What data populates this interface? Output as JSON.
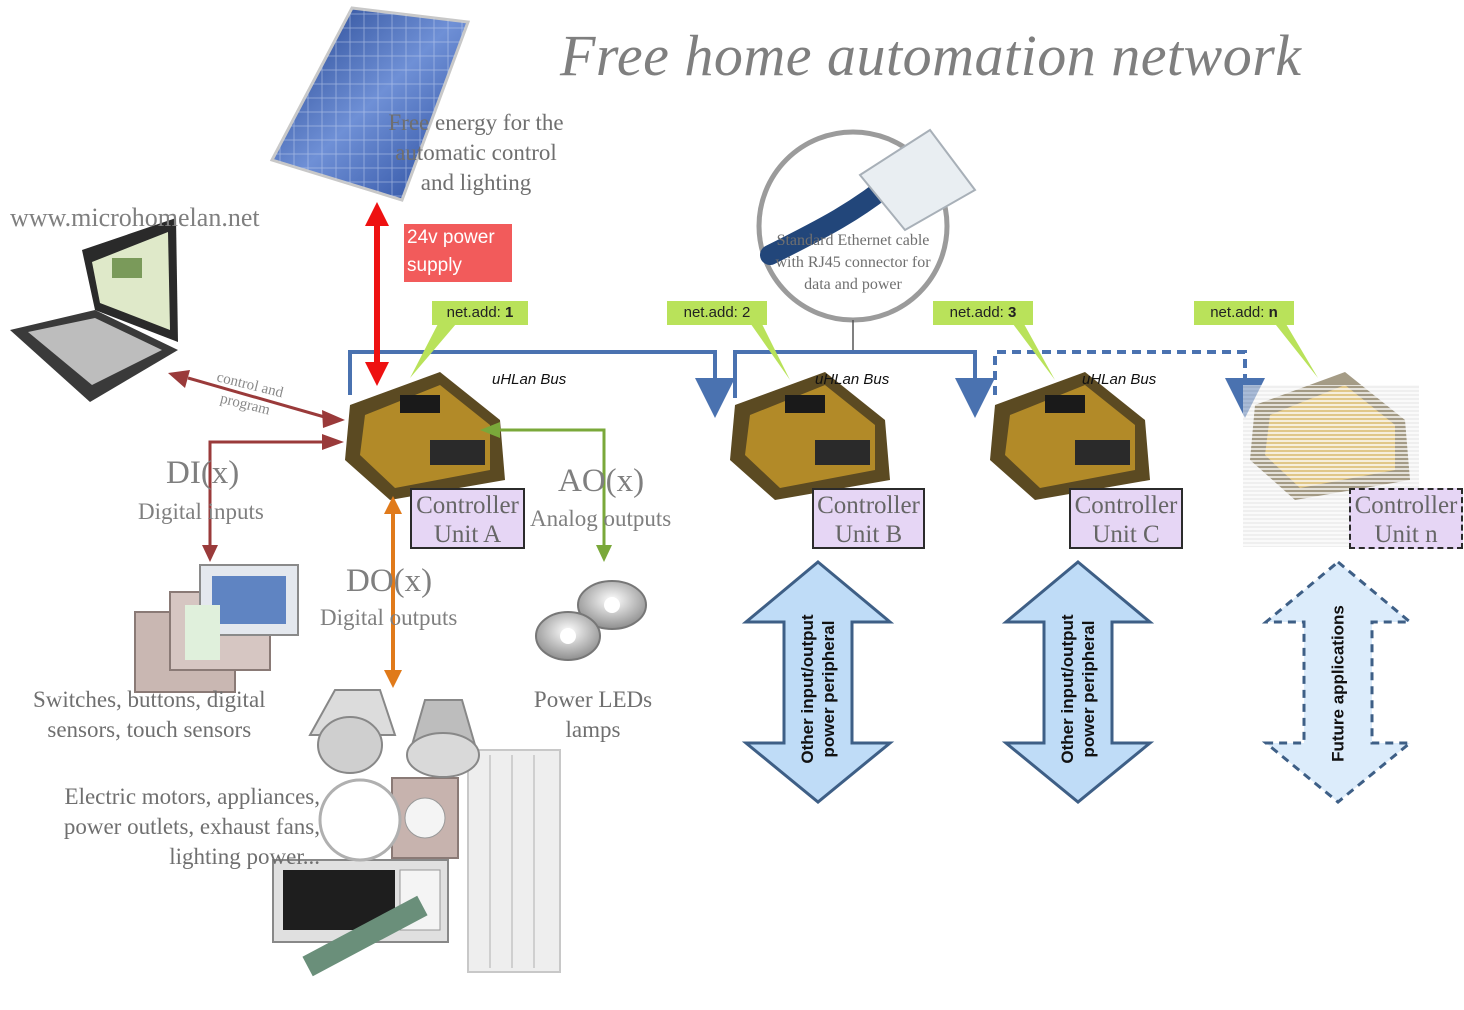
{
  "title": "Free home automation network",
  "website": "www.microhomelan.net",
  "solar": {
    "text": "Free energy for the automatic control and lighting"
  },
  "power_supply": {
    "text": "24v power supply"
  },
  "ethernet": {
    "text": "Standard Ethernet cable with RJ45 connector for data and power"
  },
  "laptop_link": {
    "text": "control and program"
  },
  "bus_label": "uHLan Bus",
  "net_addresses": [
    {
      "prefix": "net.add: ",
      "value": "1"
    },
    {
      "prefix": "net.add: ",
      "value": "2"
    },
    {
      "prefix": "net.add: ",
      "value": "3"
    },
    {
      "prefix": "net.add: ",
      "value": "n"
    }
  ],
  "controllers": [
    {
      "line1": "Controller",
      "line2": "Unit A"
    },
    {
      "line1": "Controller",
      "line2": "Unit B"
    },
    {
      "line1": "Controller",
      "line2": "Unit C"
    },
    {
      "line1": "Controller",
      "line2": "Unit n"
    }
  ],
  "di": {
    "code": "DI(x)",
    "label": "Digital inputs"
  },
  "ao": {
    "code": "AO(x)",
    "label": "Analog outputs"
  },
  "do": {
    "code": "DO(x)",
    "label": "Digital outputs"
  },
  "switches": {
    "line1": "Switches, buttons,  digital",
    "line2": "sensors, touch sensors"
  },
  "leds": {
    "line1": "Power LEDs",
    "line2": "lamps"
  },
  "appliances": {
    "line1": "Electric motors, appliances,",
    "line2": "power outlets, exhaust fans,",
    "line3": "lighting power..."
  },
  "peripherals": [
    {
      "line1": "Other input/output",
      "line2": "power peripheral"
    },
    {
      "line1": "Other input/output",
      "line2": "power peripheral"
    },
    {
      "line1": "Future applications"
    }
  ],
  "colors": {
    "bus": "#4a72b0",
    "power_arrow": "#ee1111",
    "do_arrow": "#e07a1a",
    "di_arrow": "#9a3a3a",
    "ao_arrow": "#7aa83a",
    "netadd_bg": "#b9e25a",
    "controller_label_bg": "#e6d6f5",
    "peripheral_fill": "#bfdcf7",
    "peripheral_stroke": "#3e5f86"
  }
}
